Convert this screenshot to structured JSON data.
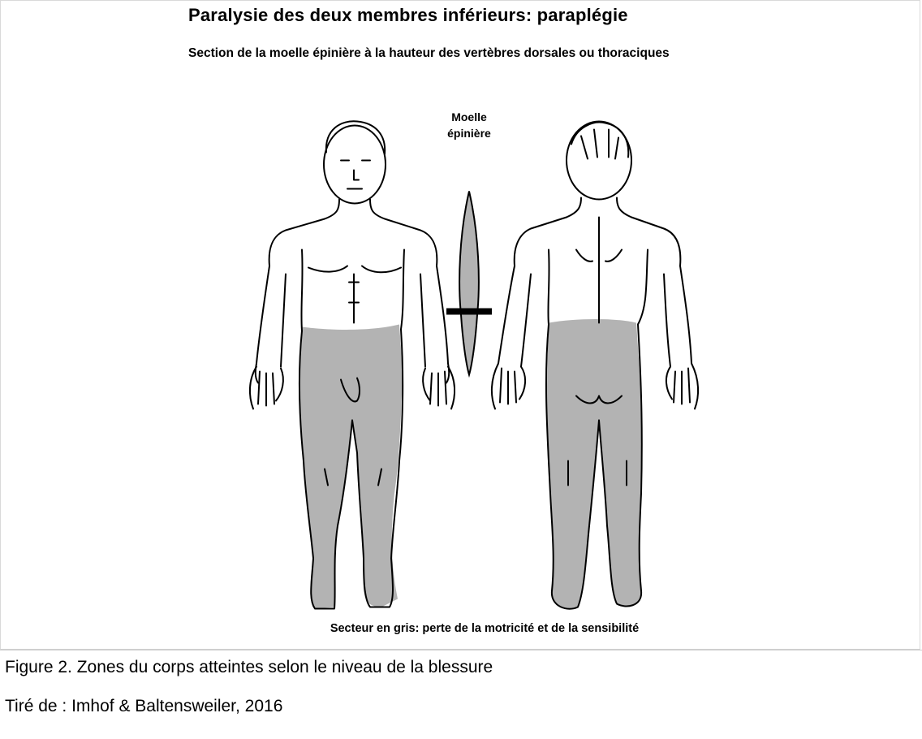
{
  "diagram": {
    "title": "Paralysie des deux membres inférieurs: paraplégie",
    "subtitle": "Section de la moelle épinière à la hauteur des vertèbres dorsales ou thoraciques",
    "spine_label_line1": "Moelle",
    "spine_label_line2": "épinière",
    "legend": "Secteur en gris: perte de la motricité et de la sensibilité",
    "shade_color": "#b3b3b3",
    "line_color": "#000000"
  },
  "caption": {
    "figure": "Figure 2. Zones du corps atteintes selon le niveau de la blessure",
    "source": "Tiré de : Imhof & Baltensweiler, 2016"
  }
}
